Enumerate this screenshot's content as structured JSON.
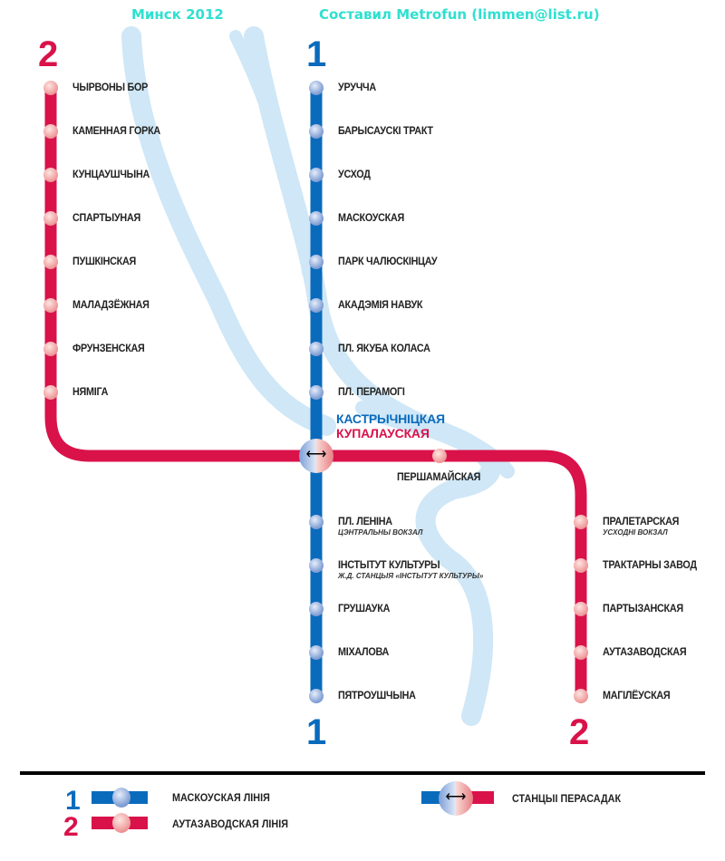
{
  "header": {
    "left": "Минск 2012",
    "right": "Составил Metrofun (limmen@list.ru)"
  },
  "colors": {
    "line1": "#0a6bbd",
    "line2": "#d9124a",
    "river": "#cfe7f6"
  },
  "line1": {
    "number": "1",
    "stations_north": [
      "УРУЧЧА",
      "БАРЫСАУСКІ ТРАКТ",
      "УСХОД",
      "МАСКОУСКАЯ",
      "ПАРК ЧАЛЮСКІНЦАУ",
      "АКАДЭМІЯ НАВУК",
      "ПЛ. ЯКУБА КОЛАСА",
      "ПЛ. ПЕРАМОГІ"
    ],
    "stations_south": [
      {
        "name": "ПЛ. ЛЕНІНА",
        "sub": "ЦЭНТРАЛЬНЫ ВОКЗАЛ"
      },
      {
        "name": "ІНСТЫТУТ КУЛЬТУРЫ",
        "sub": "Ж.Д. СТАНЦЫЯ «ІНСТЫТУТ КУЛЬТУРЫ»"
      },
      {
        "name": "ГРУШАУКА"
      },
      {
        "name": "МІХАЛОВА"
      },
      {
        "name": "ПЯТРОУШЧЫНА"
      }
    ]
  },
  "line2": {
    "number": "2",
    "stations_west": [
      "ЧЫРВОНЫ БОР",
      "КАМЕННАЯ ГОРКА",
      "КУНЦАУШЧЫНА",
      "СПАРТЫУНАЯ",
      "ПУШКІНСКАЯ",
      "МАЛАДЗЁЖНАЯ",
      "ФРУНЗЕНСКАЯ",
      "НЯМІГА"
    ],
    "station_mid": "ПЕРШАМАЙСКАЯ",
    "stations_east": [
      {
        "name": "ПРАЛЕТАРСКАЯ",
        "sub": "УСХОДНІ ВОКЗАЛ"
      },
      {
        "name": "ТРАКТАРНЫ ЗАВОД"
      },
      {
        "name": "ПАРТЫЗАНСКАЯ"
      },
      {
        "name": "АУТАЗАВОДСКАЯ"
      },
      {
        "name": "МАГІЛЁУСКАЯ"
      }
    ]
  },
  "interchange": {
    "line1_name": "КАСТРЫЧНІЦКАЯ",
    "line2_name": "КУПАЛАУСКАЯ"
  },
  "legend": {
    "line1_num": "1",
    "line1": "МАСКОУСКАЯ ЛІНІЯ",
    "line2_num": "2",
    "line2": "АУТАЗАВОДСКАЯ ЛІНІЯ",
    "transfer": "СТАНЦЫІ ПЕРАСАДАК"
  }
}
